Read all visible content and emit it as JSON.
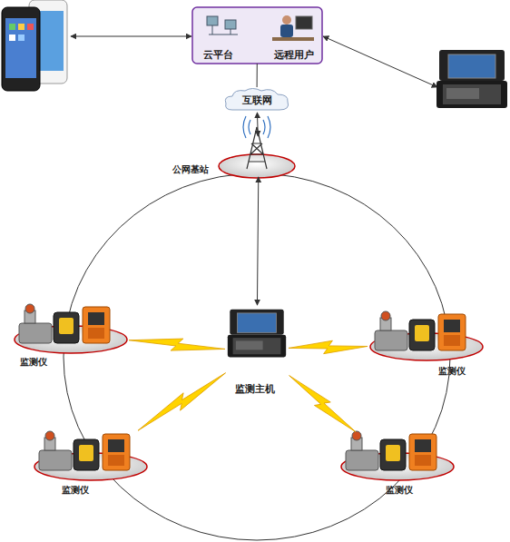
{
  "diagram": {
    "nodes": [
      {
        "text": [
          "云平台",
          "远程用户"
        ]
      },
      {
        "text": [
          "互联网"
        ]
      },
      {
        "text": [
          "公网基站"
        ]
      },
      {
        "text": [
          "监测主机"
        ]
      },
      {
        "text": [
          "监测仪"
        ]
      },
      {
        "text": [
          "监测仪"
        ]
      },
      {
        "text": [
          "监测仪"
        ]
      },
      {
        "text": [
          "监测仪"
        ]
      }
    ],
    "edges": [
      {
        "from": 1,
        "to": 0,
        "arrow": "none"
      },
      {
        "from": 2,
        "to": 1,
        "arrow": "both"
      },
      {
        "from": 3,
        "to": 2,
        "arrow": "both"
      },
      {
        "from": 3,
        "to": 4,
        "arrow": "none"
      },
      {
        "from": 3,
        "to": 5,
        "arrow": "none"
      },
      {
        "from": 3,
        "to": 6,
        "arrow": "none"
      },
      {
        "from": 3,
        "to": 7,
        "arrow": "none"
      }
    ]
  }
}
